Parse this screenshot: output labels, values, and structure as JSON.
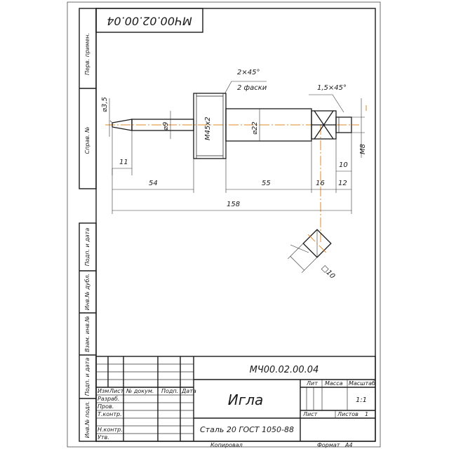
{
  "stamp_top": "МЧ00.02.00.04",
  "side_labels": {
    "perv_primen": "Перв. примен.",
    "sprav_no": "Справ. №",
    "podp_data_1": "Подп. и дата",
    "inv_dubl": "Инв.№ дубл.",
    "vzam_inv": "Взам. инв.№",
    "podp_data_2": "Подп. и дата",
    "inv_podl": "Инв.№ подл."
  },
  "dimensions": {
    "chamfer_left_value": "2×45°",
    "chamfer_left_note": "2 фаски",
    "chamfer_right_value": "1,5×45°",
    "d_tip": "⌀3,5",
    "d_shank": "⌀9",
    "thread": "М45х2",
    "d_body": "⌀22",
    "thread_right": "М8",
    "l_11": "11",
    "l_54": "54",
    "l_55": "55",
    "l_16": "16",
    "l_12": "12",
    "l_10": "10",
    "l_158": "158",
    "square": "□10"
  },
  "title_block": {
    "designation": "МЧ00.02.00.04",
    "name": "Игла",
    "material": "Сталь 20 ГОСТ 1050-88",
    "headers": {
      "izm": "Изм",
      "list": "Лист",
      "doc_no": "№ докум.",
      "podp": "Подп.",
      "data": "Дата",
      "lit": "Лит",
      "massa": "Масса",
      "masshtab": "Масштаб",
      "list_label": "Лист",
      "listov_label": "Листов"
    },
    "roles": {
      "razrab": "Разраб.",
      "prov": "Пров.",
      "t_kontr": "Т.контр.",
      "n_kontr": "Н.контр.",
      "utv": "Утв."
    },
    "scale_value": "1:1",
    "sheets_value": "1"
  },
  "bottom": {
    "copied": "Копировал",
    "format_label": "Формат",
    "format_value": "А4"
  }
}
